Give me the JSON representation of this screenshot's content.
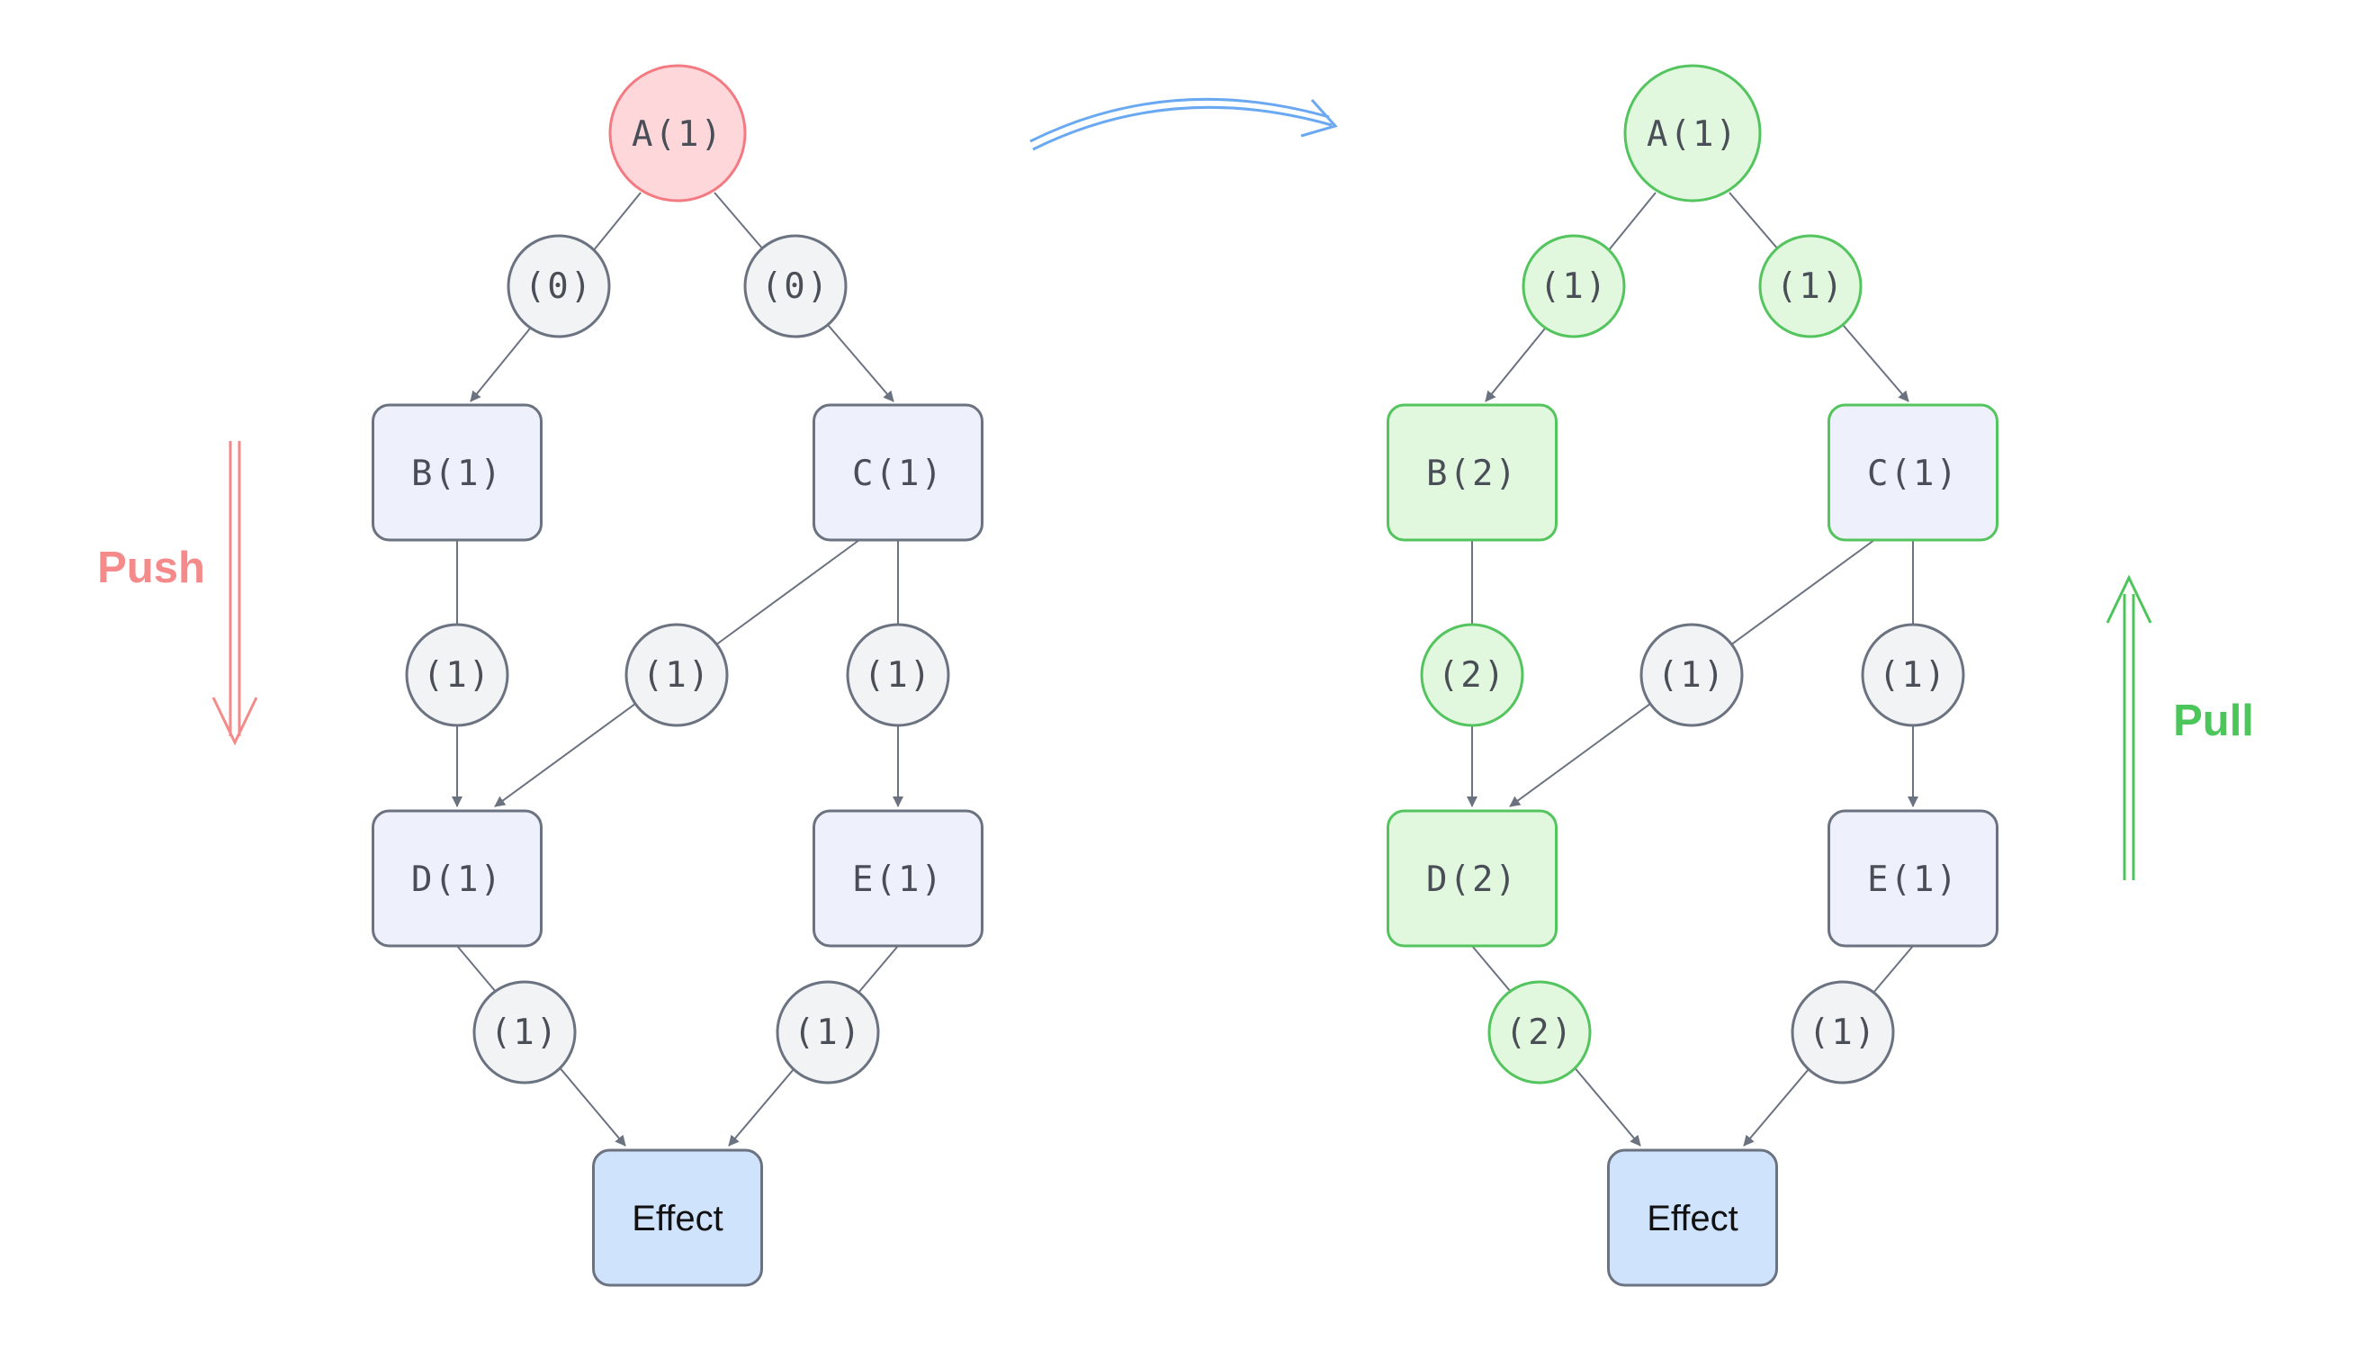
{
  "colors": {
    "edge": "#6b7280",
    "gray_fill": "#f1f3f5",
    "gray_stroke": "#6b7280",
    "rect_fill": "#eef0fc",
    "rect_stroke": "#6b7280",
    "red_fill": "#fdd7da",
    "red_stroke": "#f47a82",
    "green_fill": "#e1f8de",
    "green_stroke": "#53c45e",
    "effect_fill": "#cfe3fd",
    "effect_stroke": "#6b7280",
    "text": "#4a4f57",
    "push": "#f58a8a",
    "pull": "#4cc55a",
    "transition_arrow": "#6aa9f2"
  },
  "labels": {
    "push": "Push",
    "pull": "Pull"
  },
  "graphs": [
    {
      "id": "left",
      "nodes": {
        "A": {
          "text": "A(1)",
          "style": "red"
        },
        "B": {
          "text": "B(1)",
          "style": "normal"
        },
        "C": {
          "text": "C(1)",
          "style": "normal"
        },
        "D": {
          "text": "D(1)",
          "style": "normal"
        },
        "E": {
          "text": "E(1)",
          "style": "normal"
        },
        "Effect": {
          "text": "Effect",
          "style": "effect"
        }
      },
      "edges": [
        {
          "from": "A",
          "to": "B",
          "label": "(0)",
          "style": "normal"
        },
        {
          "from": "A",
          "to": "C",
          "label": "(0)",
          "style": "normal"
        },
        {
          "from": "B",
          "to": "D",
          "label": "(1)",
          "style": "normal"
        },
        {
          "from": "C",
          "to": "D",
          "label": "(1)",
          "style": "normal"
        },
        {
          "from": "C",
          "to": "E",
          "label": "(1)",
          "style": "normal"
        },
        {
          "from": "D",
          "to": "Effect",
          "label": "(1)",
          "style": "normal"
        },
        {
          "from": "E",
          "to": "Effect",
          "label": "(1)",
          "style": "normal"
        }
      ]
    },
    {
      "id": "right",
      "nodes": {
        "A": {
          "text": "A(1)",
          "style": "green"
        },
        "B": {
          "text": "B(2)",
          "style": "green"
        },
        "C": {
          "text": "C(1)",
          "style": "green-outline"
        },
        "D": {
          "text": "D(2)",
          "style": "green"
        },
        "E": {
          "text": "E(1)",
          "style": "normal"
        },
        "Effect": {
          "text": "Effect",
          "style": "effect"
        }
      },
      "edges": [
        {
          "from": "A",
          "to": "B",
          "label": "(1)",
          "style": "green"
        },
        {
          "from": "A",
          "to": "C",
          "label": "(1)",
          "style": "green"
        },
        {
          "from": "B",
          "to": "D",
          "label": "(2)",
          "style": "green"
        },
        {
          "from": "C",
          "to": "D",
          "label": "(1)",
          "style": "normal"
        },
        {
          "from": "C",
          "to": "E",
          "label": "(1)",
          "style": "normal"
        },
        {
          "from": "D",
          "to": "Effect",
          "label": "(2)",
          "style": "green"
        },
        {
          "from": "E",
          "to": "Effect",
          "label": "(1)",
          "style": "normal"
        }
      ]
    }
  ]
}
